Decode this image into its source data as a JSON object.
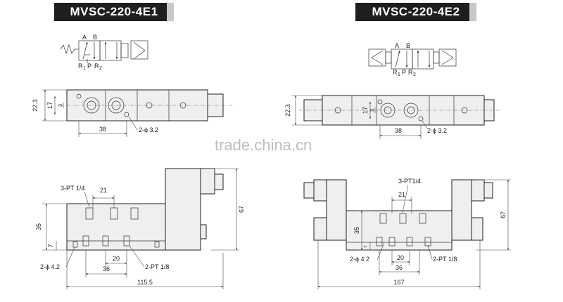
{
  "left": {
    "model_title": "MVSC-220-4E1",
    "symbol": {
      "port_a": "A",
      "port_b": "B",
      "port_r1": "R",
      "port_r1_sub": "1",
      "port_p": "P",
      "port_r2": "R",
      "port_r2_sub": "2"
    },
    "top_view": {
      "dim_height_total": "22.3",
      "dim_height_inner": "17",
      "dim_small": "3",
      "dim_width": "38",
      "hole_label": "2-ϕ 3.2"
    },
    "front_view": {
      "port_label_top": "3-PT 1/4",
      "dim_top_spacing": "21",
      "dim_height": "35",
      "dim_overall_height": "67",
      "dim_small": "7",
      "hole_label": "2-ϕ 4.2",
      "dim_spacing_a": "20",
      "dim_spacing_b": "36",
      "port_label_bottom": "2-PT 1/8",
      "dim_length": "115.5"
    }
  },
  "right": {
    "model_title": "MVSC-220-4E2",
    "symbol": {
      "port_a": "A",
      "port_b": "B",
      "port_r1": "R",
      "port_r1_sub": "1",
      "port_p": "P",
      "port_r2": "R",
      "port_r2_sub": "2"
    },
    "top_view": {
      "dim_height_total": "22.3",
      "dim_height_inner": "17",
      "dim_small": "3",
      "dim_width": "38",
      "hole_label": "2-ϕ 3.2"
    },
    "front_view": {
      "port_label_top": "3-PT1/4",
      "dim_top_spacing": "21",
      "dim_height": "35",
      "dim_overall_height": "67",
      "dim_small": "7",
      "hole_label": "2-ϕ 4.2",
      "dim_spacing_a": "20",
      "dim_spacing_b": "36",
      "port_label_bottom": "2-PT 1/8",
      "dim_length": "167"
    }
  },
  "watermark": "trade.china.cn"
}
